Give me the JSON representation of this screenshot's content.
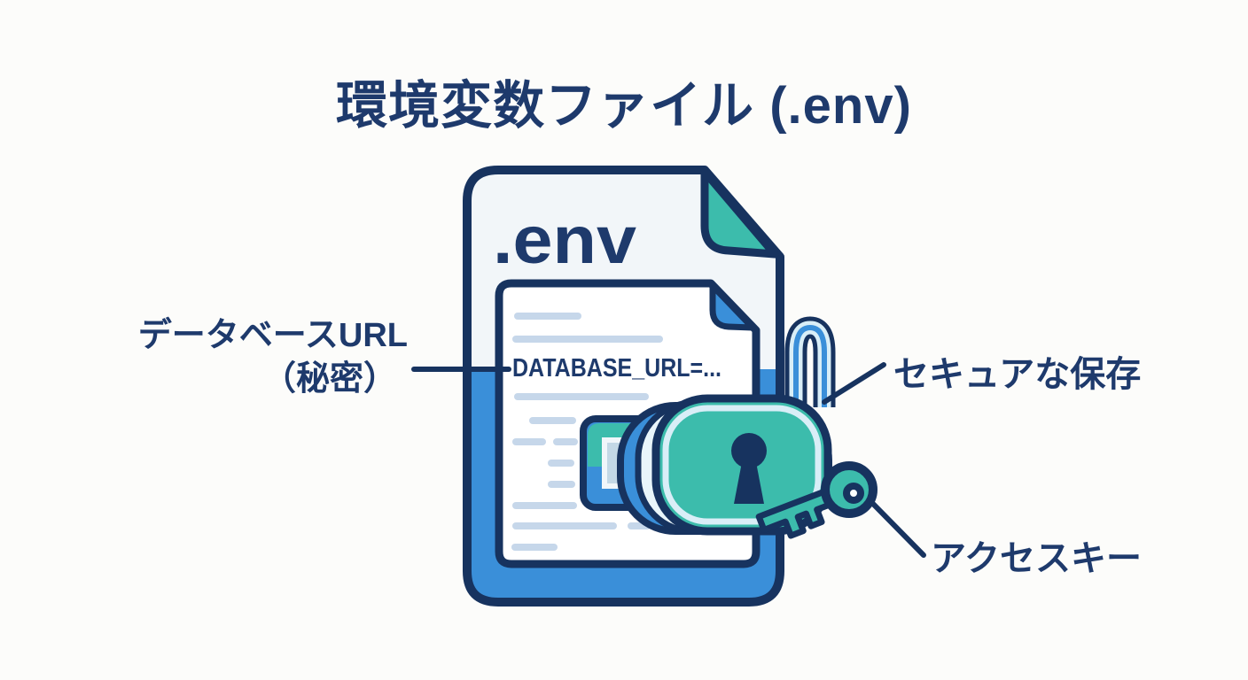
{
  "title": "環境変数ファイル (.env)",
  "colors": {
    "bg": "#fcfcfa",
    "navy": "#17335f",
    "navyText": "#1e3a6c",
    "blue": "#3a8fd9",
    "teal": "#3cbcac",
    "lightBlue": "#d9eef7",
    "crescentLight": "#e9f5fa",
    "paleBlue": "#c6d7ea",
    "fileFill": "#f2f6f9",
    "docFill": "#ffffff",
    "cardSquare": "#c3d8e6",
    "cardSquareBorder": "#f0f6fa",
    "keyHole": "#fafdfd"
  },
  "file_icon": {
    "name": ".env",
    "code_line": "DATABASE_URL=..."
  },
  "labels": {
    "database_url_line1": "データベースURL",
    "database_url_line2": "（秘密）",
    "secure_storage": "セキュアな保存",
    "access_key": "アクセスキー"
  }
}
